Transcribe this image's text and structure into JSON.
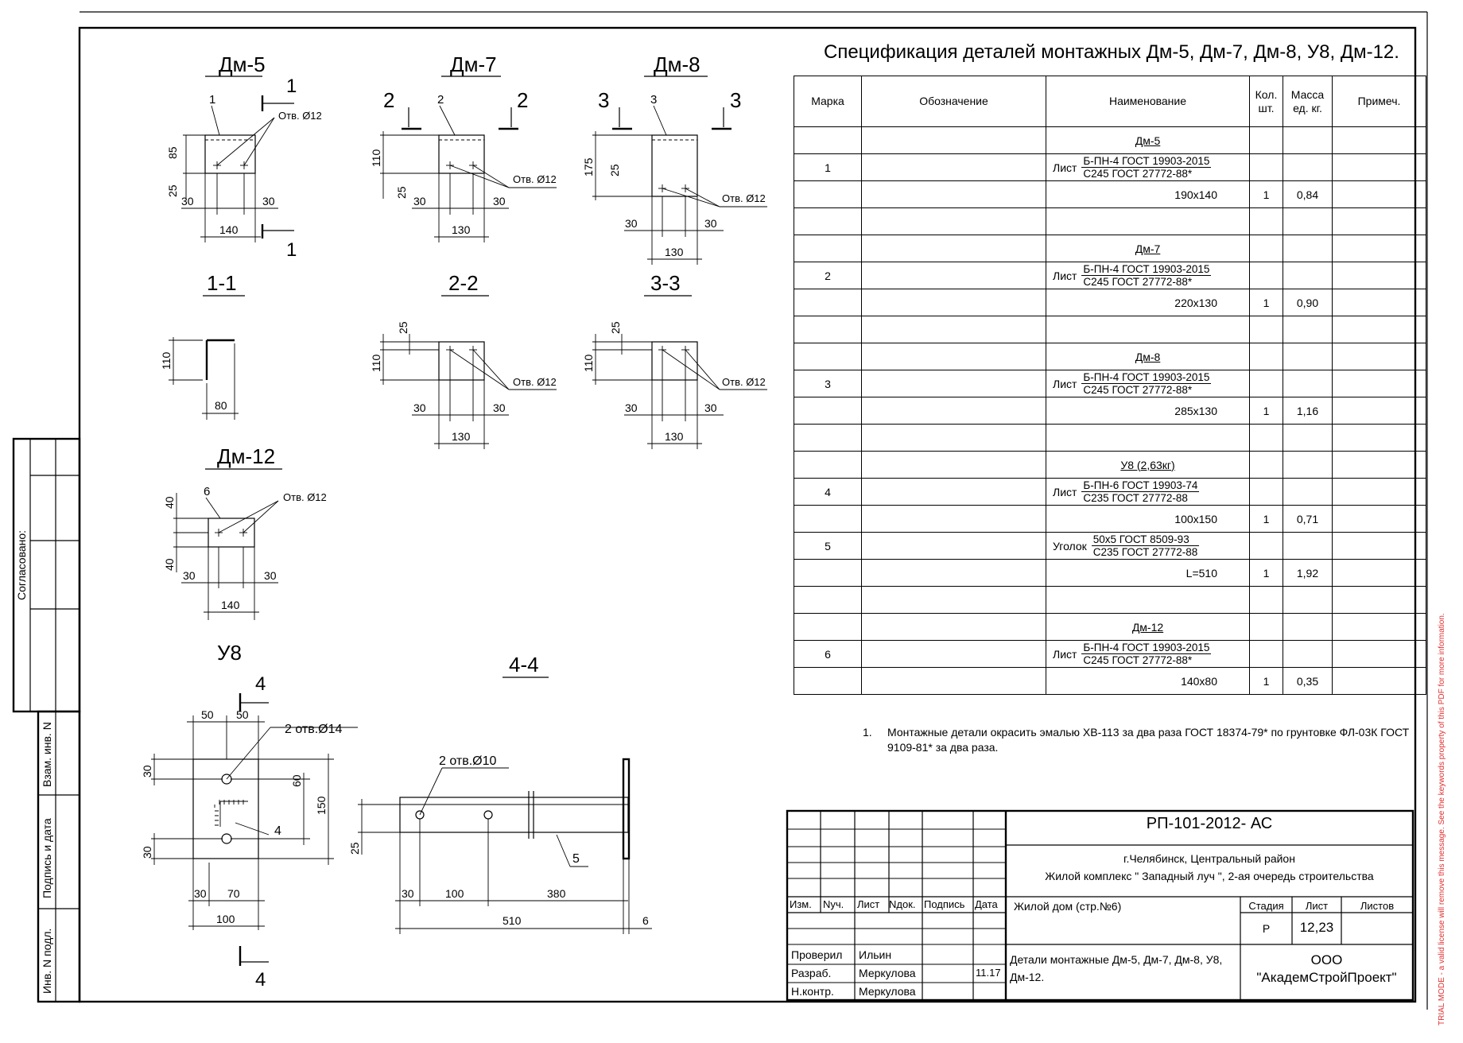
{
  "drawings": {
    "dm5": {
      "title": "Дм-5",
      "pos": "1",
      "section": "1",
      "hole": "Отв. Ø12",
      "dims": [
        "85",
        "25",
        "30",
        "30",
        "140"
      ]
    },
    "dm7": {
      "title": "Дм-7",
      "pos": "2",
      "section": "2",
      "hole": "Отв. Ø12",
      "dims": [
        "110",
        "25",
        "30",
        "30",
        "130"
      ]
    },
    "dm8": {
      "title": "Дм-8",
      "pos": "3",
      "section": "3",
      "hole": "Отв. Ø12",
      "dims": [
        "175",
        "25",
        "30",
        "30",
        "130"
      ]
    },
    "s11": {
      "title": "1-1",
      "dims": [
        "110",
        "80"
      ]
    },
    "s22": {
      "title": "2-2",
      "hole": "Отв. Ø12",
      "dims": [
        "25",
        "110",
        "30",
        "30",
        "130"
      ]
    },
    "s33": {
      "title": "3-3",
      "hole": "Отв. Ø12",
      "dims": [
        "25",
        "110",
        "30",
        "30",
        "130"
      ]
    },
    "dm12": {
      "title": "Дм-12",
      "pos": "6",
      "hole": "Отв. Ø12",
      "dims": [
        "40",
        "40",
        "30",
        "30",
        "140"
      ]
    },
    "u8": {
      "title": "У8",
      "section": "4",
      "pos": "4",
      "holes": "2 отв.Ø14",
      "dims": [
        "50",
        "50",
        "30",
        "60",
        "150",
        "30",
        "30",
        "70",
        "100"
      ]
    },
    "s44": {
      "title": "4-4",
      "holes": "2 отв.Ø10",
      "pos": "5",
      "dims": [
        "25",
        "30",
        "100",
        "380",
        "510",
        "6"
      ]
    }
  },
  "spec": {
    "title": "Спецификация деталей монтажных Дм-5, Дм-7, Дм-8, У8, Дм-12.",
    "headers": {
      "mark": "Марка",
      "designation": "Обозначение",
      "name": "Наименование",
      "qty_top": "Кол.",
      "qty_bot": "шт.",
      "mass_top": "Масса",
      "mass_bot": "ед. кг.",
      "note": "Примеч."
    },
    "groups": [
      {
        "label": "Дм-5",
        "mark": "1",
        "pre": "Лист",
        "top": "Б-ПН-4 ГОСТ 19903-2015",
        "bot": "С245 ГОСТ 27772-88*",
        "size": "190х140",
        "qty": "1",
        "mass": "0,84"
      },
      {
        "label": "Дм-7",
        "mark": "2",
        "pre": "Лист",
        "top": "Б-ПН-4 ГОСТ 19903-2015",
        "bot": "С245 ГОСТ 27772-88*",
        "size": "220х130",
        "qty": "1",
        "mass": "0,90"
      },
      {
        "label": "Дм-8",
        "mark": "3",
        "pre": "Лист",
        "top": "Б-ПН-4 ГОСТ 19903-2015",
        "bot": "С245 ГОСТ 27772-88*",
        "size": "285х130",
        "qty": "1",
        "mass": "1,16"
      },
      {
        "label": "У8 (2,63кг)",
        "mark": "4",
        "pre": "Лист",
        "top": "Б-ПН-6 ГОСТ 19903-74",
        "bot": "С235 ГОСТ 27772-88",
        "size": "100х150",
        "qty": "1",
        "mass": "0,71"
      },
      {
        "label": "",
        "mark": "5",
        "pre": "Уголок",
        "top": "50х5 ГОСТ 8509-93",
        "bot": "С235 ГОСТ 27772-88",
        "size": "L=510",
        "qty": "1",
        "mass": "1,92"
      },
      {
        "label": "Дм-12",
        "mark": "6",
        "pre": "Лист",
        "top": "Б-ПН-4 ГОСТ 19903-2015",
        "bot": "С245 ГОСТ 27772-88*",
        "size": "140х80",
        "qty": "1",
        "mass": "0,35"
      }
    ]
  },
  "note": {
    "num": "1.",
    "text": "Монтажные детали окрасить эмалью ХВ-113 за два раза ГОСТ 18374-79* по грунтовке ФЛ-03К ГОСТ 9109-81* за два раза."
  },
  "side": {
    "agreed": "Согласовано:",
    "vzam": "Взам. инв. N",
    "podpis": "Подпись и дата",
    "inv": "Инв. N подл."
  },
  "titleblock": {
    "code": "РП-101-2012- АС",
    "city": "г.Челябинск, Центральный район",
    "complex": "Жилой комплекс \" Западный луч \", 2-ая очередь строительства",
    "object": "Жилой дом (стр.№6)",
    "cols": [
      "Изм.",
      "Nуч.",
      "Лист",
      "Nдок.",
      "Подпись",
      "Дата"
    ],
    "stage_label": "Стадия",
    "sheet_label": "Лист",
    "sheets_label": "Листов",
    "stage": "Р",
    "sheet": "12,23",
    "sheets": "",
    "checked_role": "Проверил",
    "checked_name": "Ильин",
    "dev_role": "Разраб.",
    "dev_name": "Меркулова",
    "dev_date": "11.17",
    "nk_role": "Н.контр.",
    "nk_name": "Меркулова",
    "drawing_title": "Детали монтажные Дм-5, Дм-7, Дм-8, У8, Дм-12.",
    "org_top": "ООО",
    "org_bot": "\"АкадемСтройПроект\""
  },
  "watermark": "TRIAL MODE - a valid license will remove this message. See the keywords property of this PDF for more information."
}
